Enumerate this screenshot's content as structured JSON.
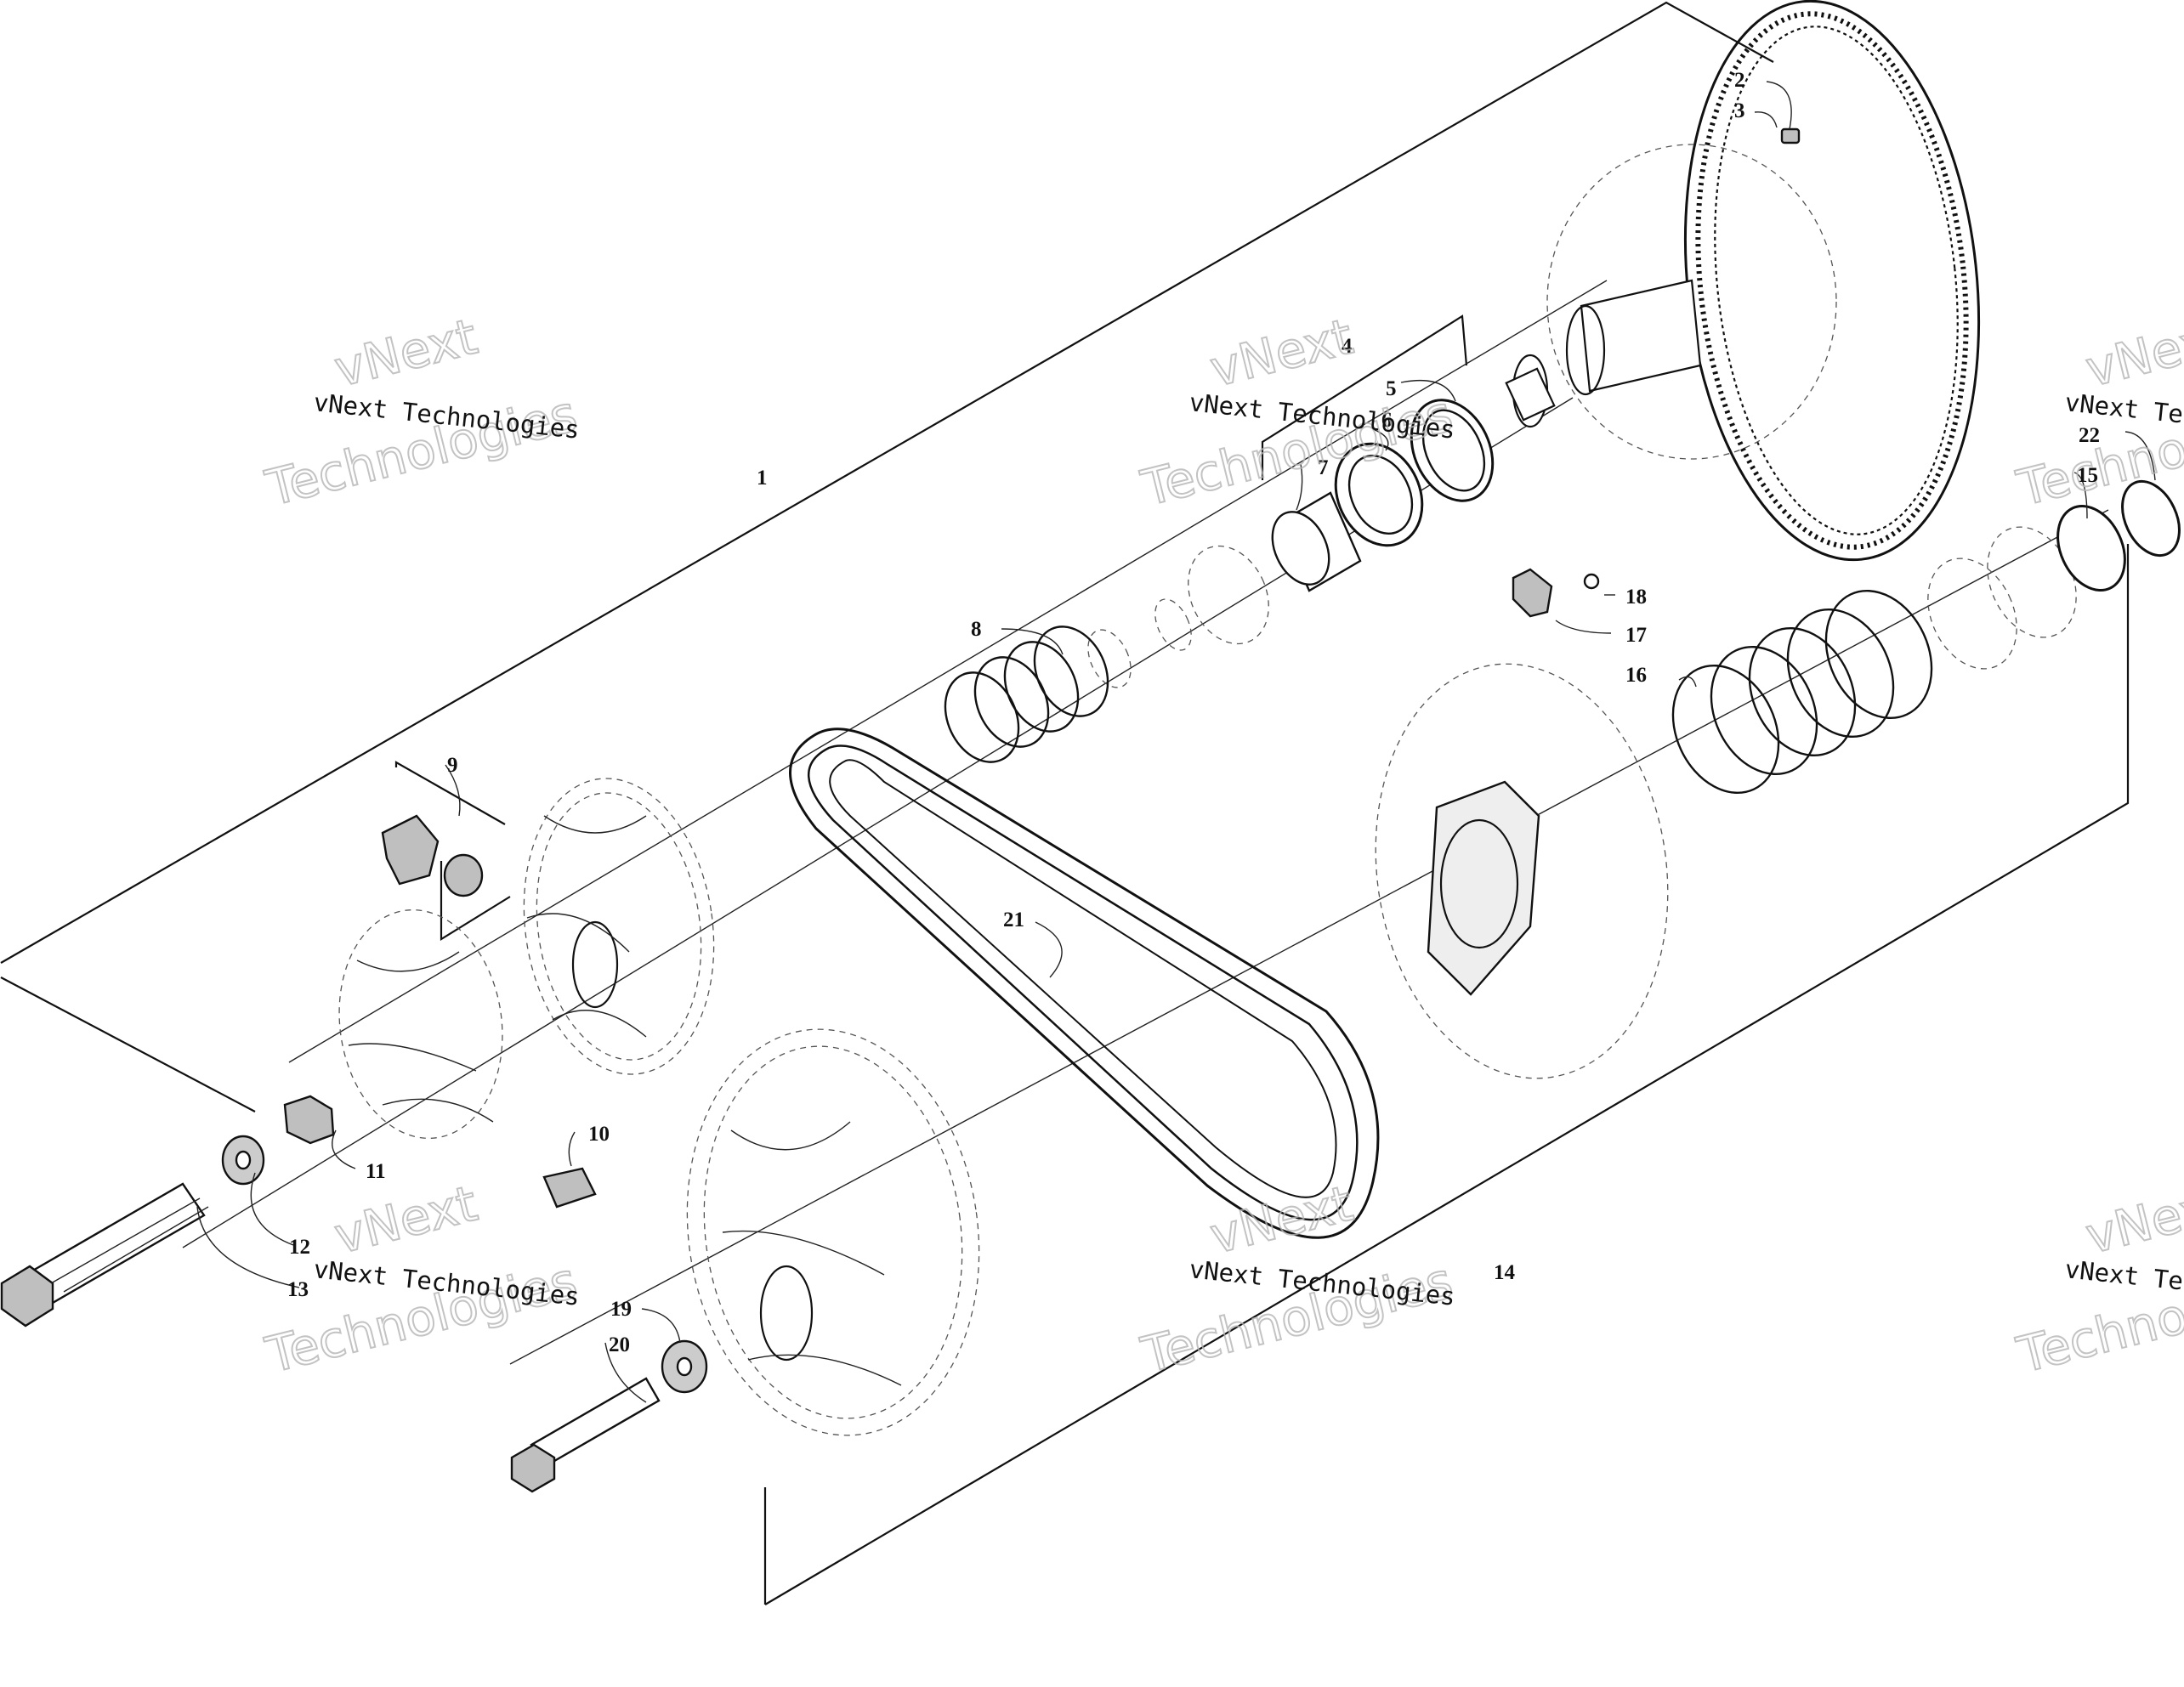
{
  "watermark": {
    "small_text": "vNext Technologies",
    "big_line1": "vNext",
    "big_line2": "Technologies"
  },
  "callouts": [
    "1",
    "2",
    "3",
    "4",
    "5",
    "6",
    "7",
    "8",
    "9",
    "10",
    "11",
    "12",
    "13",
    "14",
    "15",
    "16",
    "17",
    "18",
    "19",
    "20",
    "21",
    "22"
  ]
}
